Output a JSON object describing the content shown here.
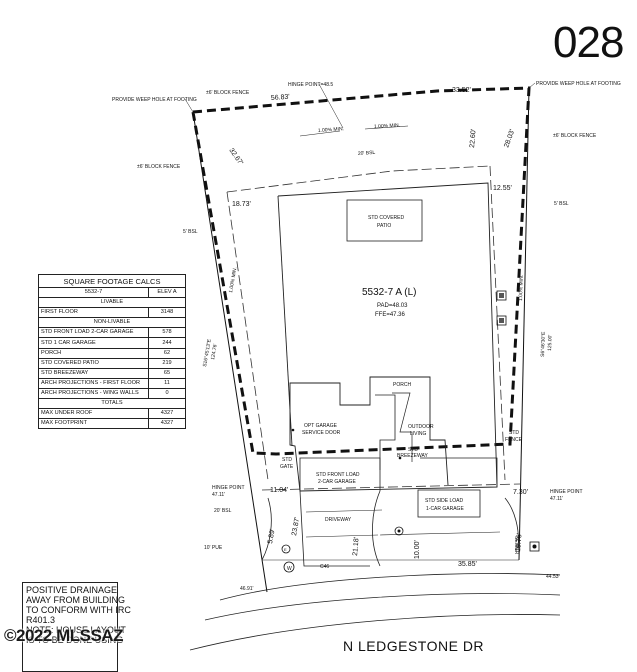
{
  "lot_number": "028",
  "street_name": "N LEDGESTONE DR",
  "copyright": "©2022 MLSSAZ",
  "plan": {
    "name": "5532-7 A (L)",
    "pad": "PAD=48.03",
    "ffe": "FFE=47.36"
  },
  "labels": {
    "weep_left": "PROVIDE WEEP HOLE AT FOOTING",
    "weep_right": "PROVIDE WEEP HOLE AT FOOTING",
    "block_fence_tl": "±6' BLOCK FENCE",
    "block_fence_left": "±6' BLOCK FENCE",
    "block_fence_right": "±6' BLOCK FENCE",
    "hinge_top": "HINGE POINT=48.5",
    "slope_1": "1.00% MIN.",
    "slope_2": "1.00% MIN.",
    "slope_3": "1.00% MIN.",
    "slope_4": "1.00% MIN.",
    "rear_bsl": "20' BSL",
    "side_bsl_left": "5' BSL",
    "side_bsl_right": "5' BSL",
    "patio": [
      "STD COVERED",
      "PATIO"
    ],
    "porch": "PORCH",
    "outdoor": [
      "OUTDOOR",
      "LIVING"
    ],
    "breezeway": [
      "STD",
      "BREEZEWAY"
    ],
    "opt_door": [
      "OPT GARAGE",
      "SERVICE DOOR"
    ],
    "std_gate": [
      "STD",
      "GATE"
    ],
    "std_fence": [
      "STD",
      "FENCE"
    ],
    "front_garage": [
      "STD FRONT LOAD",
      "2-CAR GARAGE"
    ],
    "side_garage": [
      "STD SIDE LOAD",
      "1-CAR GARAGE"
    ],
    "driveway": "DRIVEWAY",
    "hinge_left": [
      "HINGE POINT",
      "47.11'"
    ],
    "hinge_right": [
      "HINGE POINT",
      "47.11'"
    ],
    "front_bsl": "20' BSL",
    "pue": "10' PUE",
    "curve": "C46",
    "bearing_left": [
      "S16°45'13\"E",
      "124.76'"
    ],
    "bearing_right": [
      "S6°46'30\"E",
      "125.00'"
    ],
    "corner_left": "46.91'",
    "corner_right": "44.53'",
    "sewer": "SEWER",
    "water": "W",
    "elec": "E"
  },
  "dimensions": {
    "top_left": "56.83'",
    "top_right": "33.52'",
    "diag_left": "32.67'",
    "diag_right_a": "22.60'",
    "diag_right_b": "28.03'",
    "rear_left": "18.73'",
    "rear_right": "12.55'",
    "front_left": "11.04'",
    "front_right": "7.30'",
    "drive_1": "23.87'",
    "drive_2": "21.18'",
    "drive_3": "10.00'",
    "drive_4": "35.85'",
    "front_small": "19.76'",
    "left_small": "5.89'"
  },
  "sqft_table": {
    "title": "SQUARE FOOTAGE CALCS",
    "plan_col": "5532-7",
    "elev_col": "ELEV A",
    "livable_header": "LIVABLE",
    "nonlivable_header": "NON-LIVABLE",
    "totals_header": "TOTALS",
    "livable": [
      {
        "label": "FIRST FLOOR",
        "value": "3148"
      }
    ],
    "nonlivable": [
      {
        "label": "STD FRONT LOAD 2-CAR GARAGE",
        "value": "578"
      },
      {
        "label": "STD 1 CAR GARAGE",
        "value": "244"
      },
      {
        "label": "PORCH",
        "value": "62"
      },
      {
        "label": "STD COVERED PATIO",
        "value": "219"
      },
      {
        "label": "STD BREEZEWAY",
        "value": "65"
      },
      {
        "label": "ARCH PROJECTIONS - FIRST FLOOR",
        "value": "11"
      },
      {
        "label": "ARCH PROJECTIONS - WING WALLS",
        "value": "0"
      }
    ],
    "totals": [
      {
        "label": "MAX UNDER ROOF",
        "value": "4327"
      },
      {
        "label": "MAX FOOTPRINT",
        "value": "4327"
      }
    ]
  },
  "note_lines": [
    "POSITIVE DRAINAGE",
    "AWAY FROM BUILDING",
    "TO CONFORM WITH IRC",
    "R401.3",
    "NOTE: HOUSE LAYOUT",
    "IS TO BE DONE USING"
  ]
}
